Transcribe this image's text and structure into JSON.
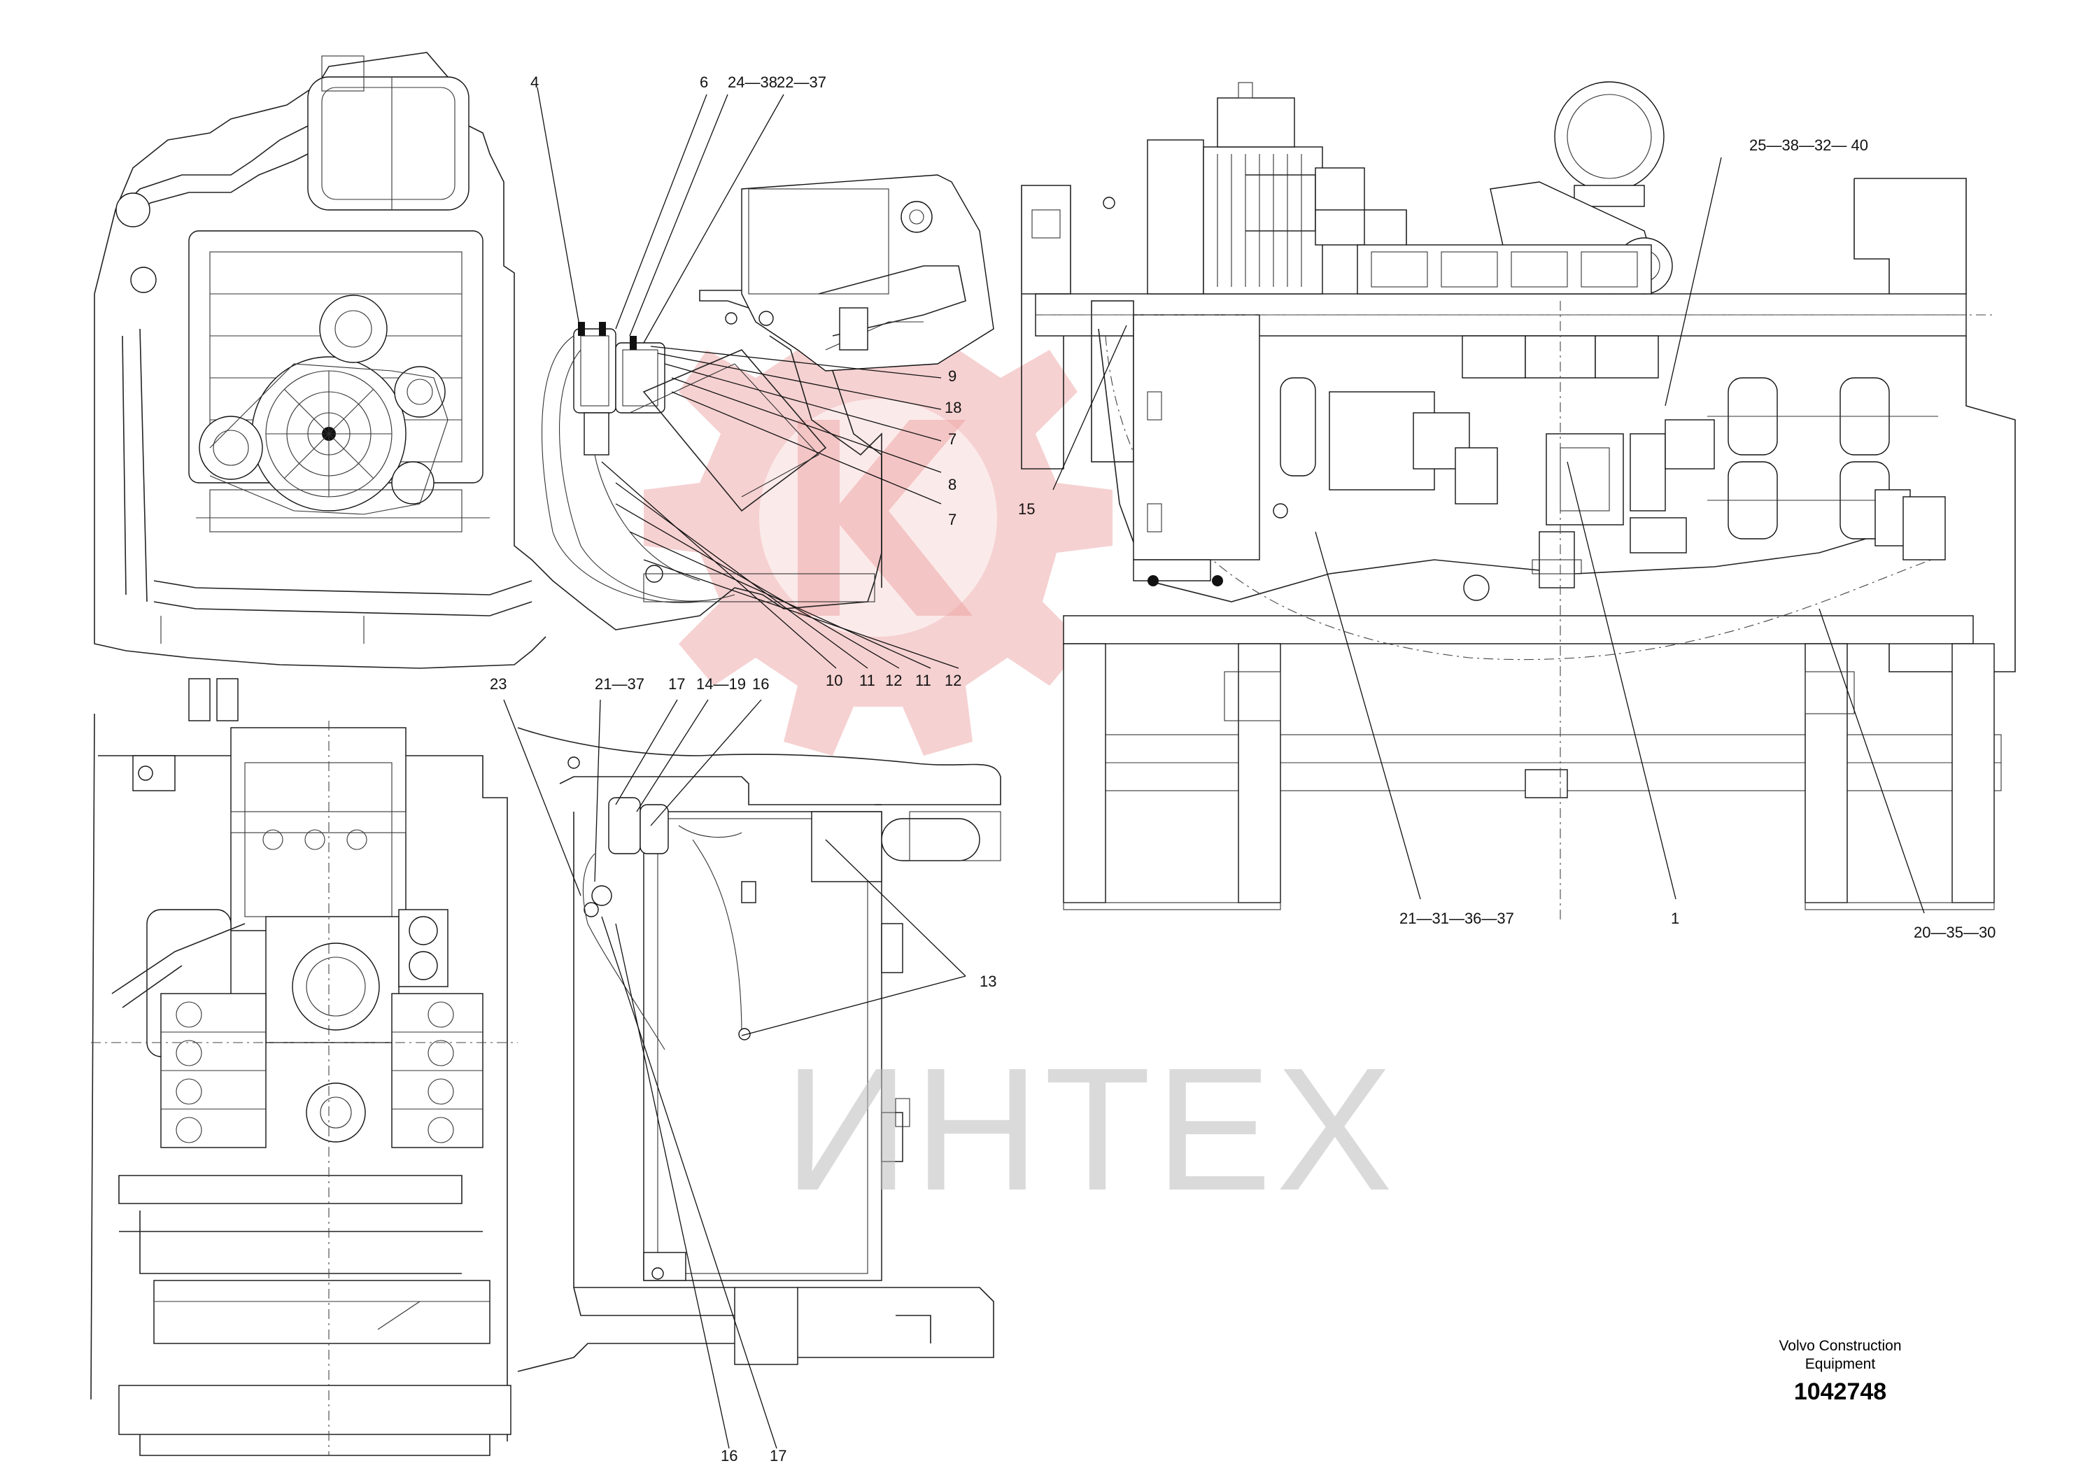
{
  "watermark": {
    "text": "ИНТЕХ",
    "color": "#ea9a9a",
    "text_color": "#bdbdbd"
  },
  "title_block": {
    "company_line1": "Volvo Construction",
    "company_line2": "Equipment",
    "drawing_number": "1042748"
  },
  "callouts": {
    "top_left": [
      "4",
      "6",
      "24—38",
      "22—37"
    ],
    "top_left_right_side": [
      "9",
      "18",
      "7",
      "8",
      "7"
    ],
    "top_left_bottom": [
      "10",
      "11",
      "12",
      "11",
      "12"
    ],
    "top_right": [
      "25—38—32— 40",
      "15",
      "21—31—36—37",
      "1",
      "20—35—30"
    ],
    "bottom": [
      "23",
      "21—37",
      "17",
      "14—19",
      "16",
      "13",
      "16",
      "17"
    ]
  }
}
